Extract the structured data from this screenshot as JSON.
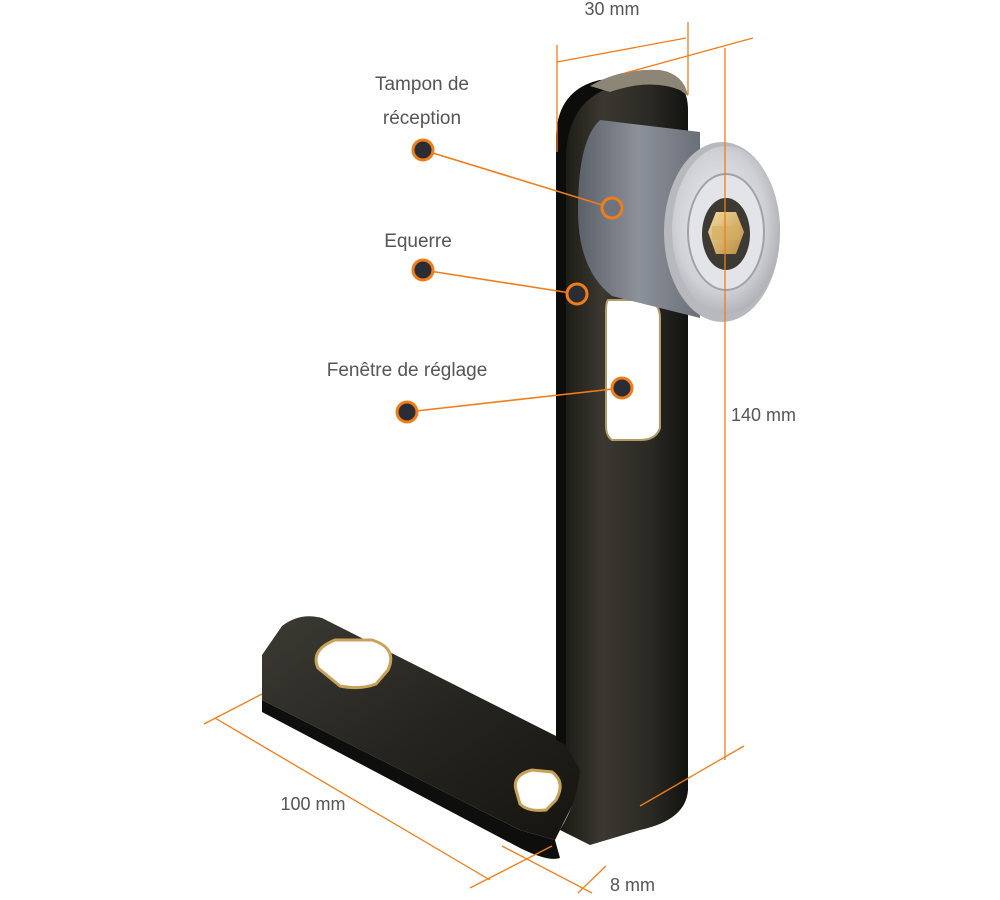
{
  "colors": {
    "accent": "#f07d1a",
    "dot_fill": "#2a2d33",
    "bracket": "#2a2a26",
    "pad": "#8a8f98",
    "pad_ring": "#d9dadd",
    "text": "#555555"
  },
  "callouts": {
    "pad_line1": "Tampon de",
    "pad_line2": "réception",
    "bracket": "Equerre",
    "window": "Fenêtre de réglage"
  },
  "dimensions": {
    "width": "30 mm",
    "height": "140 mm",
    "length": "100 mm",
    "thickness": "8 mm"
  }
}
